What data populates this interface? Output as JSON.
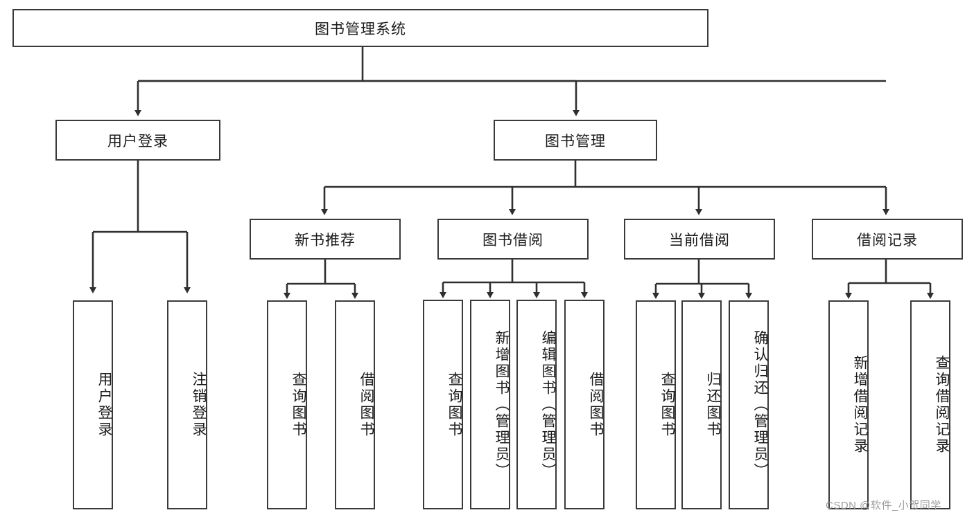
{
  "diagram": {
    "type": "hierarchy-tree",
    "title": "图书管理系统",
    "watermark": "CSDN @软件_小贺同学",
    "colors": {
      "box_border": "#3a3a3a",
      "box_fill": "#ffffff",
      "connector": "#2f2f2f",
      "text": "#1b1b1b",
      "watermark": "#9c9c9c"
    },
    "levels": {
      "root": {
        "label": "图书管理系统"
      },
      "level2": [
        {
          "label": "用户登录"
        },
        {
          "label": "图书管理"
        }
      ],
      "level3": [
        {
          "label": "新书推荐"
        },
        {
          "label": "图书借阅"
        },
        {
          "label": "当前借阅"
        },
        {
          "label": "借阅记录"
        }
      ]
    },
    "leaves": {
      "user_login": [
        {
          "label": "用户登录"
        },
        {
          "label": "注销登录"
        }
      ],
      "new_book": [
        {
          "label": "查询图书"
        },
        {
          "label": "借阅图书"
        }
      ],
      "book_borrow": [
        {
          "label": "查询图书"
        },
        {
          "label": "新增图书（管理员）"
        },
        {
          "label": "编辑图书（管理员）"
        },
        {
          "label": "借阅图书"
        }
      ],
      "current_borrow": [
        {
          "label": "查询图书"
        },
        {
          "label": "归还图书"
        },
        {
          "label": "确认归还（管理员）"
        }
      ],
      "borrow_record": [
        {
          "label": "新增借阅记录"
        },
        {
          "label": "查询借阅记录"
        }
      ]
    }
  }
}
